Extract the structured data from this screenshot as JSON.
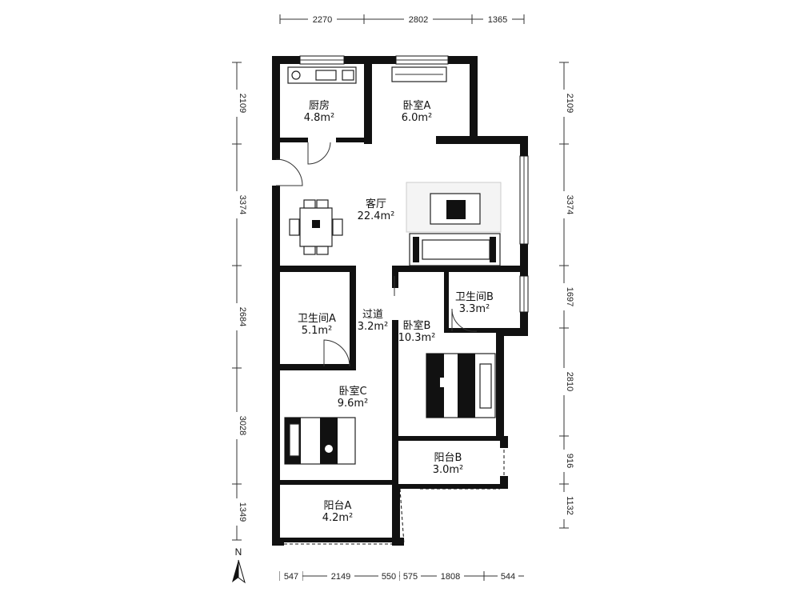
{
  "rooms": {
    "kitchen": {
      "name": "厨房",
      "area": "4.8m²"
    },
    "bedroom_a": {
      "name": "卧室A",
      "area": "6.0m²"
    },
    "living": {
      "name": "客厅",
      "area": "22.4m²"
    },
    "bath_a": {
      "name": "卫生间A",
      "area": "5.1m²"
    },
    "corridor": {
      "name": "过道",
      "area": "3.2m²"
    },
    "bedroom_b": {
      "name": "卧室B",
      "area": "10.3m²"
    },
    "bath_b": {
      "name": "卫生间B",
      "area": "3.3m²"
    },
    "bedroom_c": {
      "name": "卧室C",
      "area": "9.6m²"
    },
    "balcony_b": {
      "name": "阳台B",
      "area": "3.0m²"
    },
    "balcony_a": {
      "name": "阳台A",
      "area": "4.2m²"
    }
  },
  "dimensions": {
    "top": [
      "2270",
      "2802",
      "1365"
    ],
    "bottom": [
      "547",
      "2149",
      "550",
      "575",
      "1808",
      "544"
    ],
    "left": [
      "2109",
      "3374",
      "2684",
      "3028",
      "1349"
    ],
    "right": [
      "2109",
      "3374",
      "1697",
      "2810",
      "916",
      "1132"
    ]
  },
  "compass": {
    "label": "N"
  }
}
